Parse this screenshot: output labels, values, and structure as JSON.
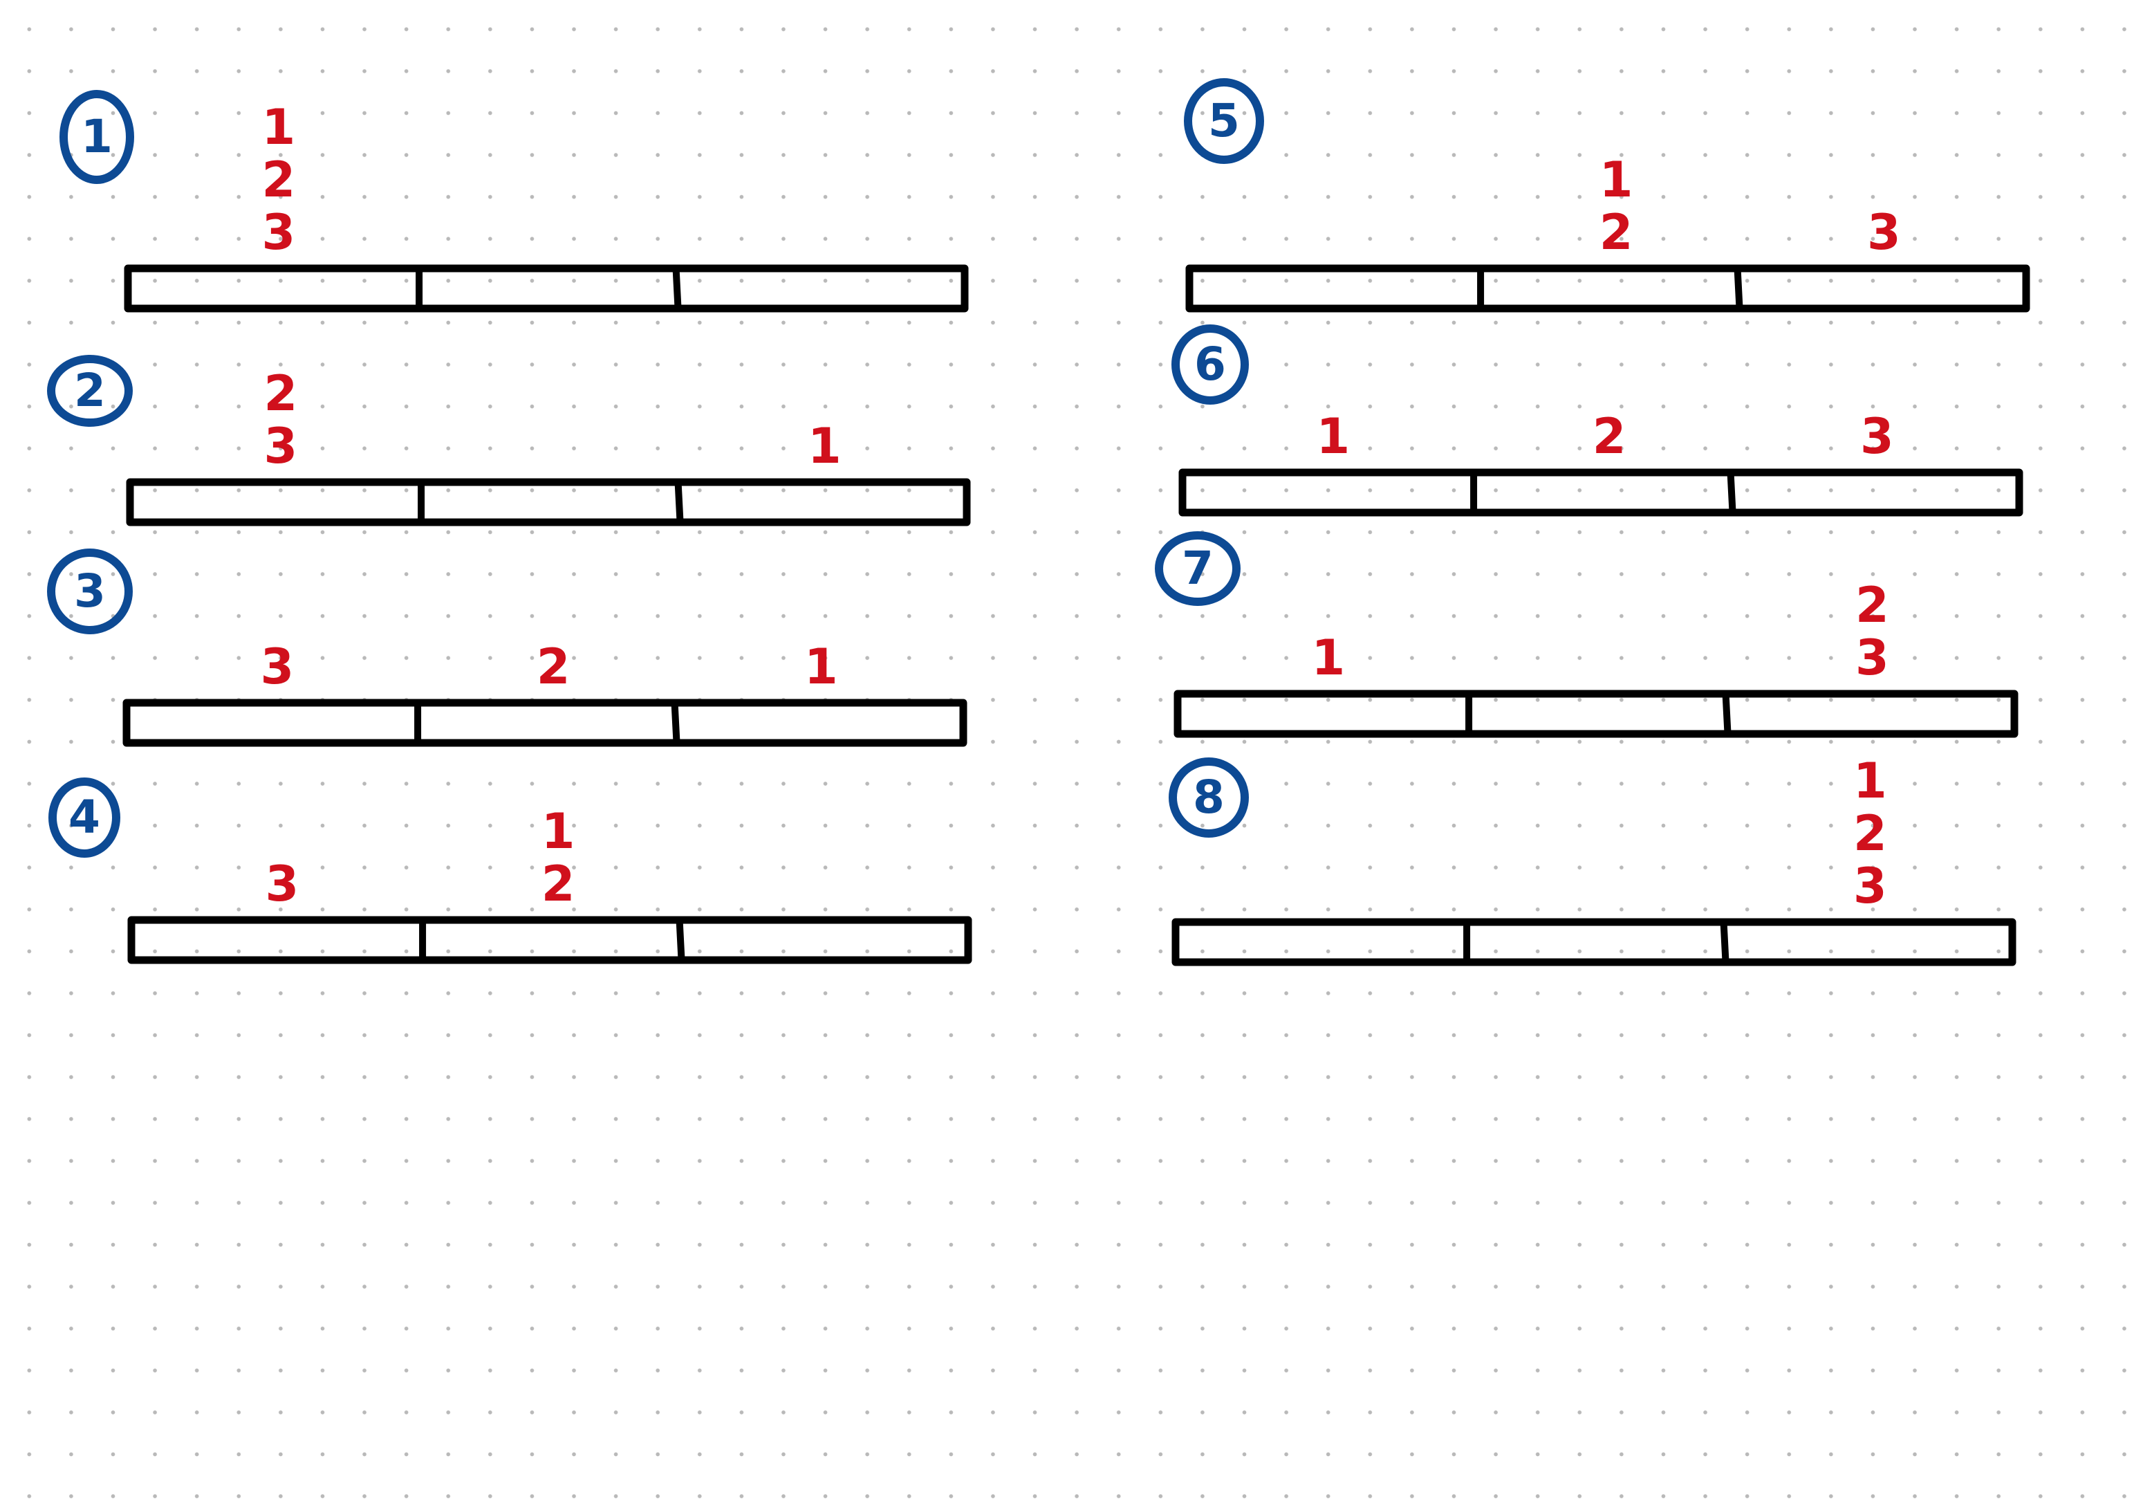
{
  "colors": {
    "ink": "#000000",
    "label_blue": "#0d4a94",
    "mark_red": "#d0101c",
    "paper": "#ffffff",
    "grid_dot": "#b9b9b9"
  },
  "panels": [
    {
      "label": "1",
      "marks": [
        {
          "segment": 1,
          "stack": [
            "1",
            "2",
            "3"
          ]
        }
      ]
    },
    {
      "label": "2",
      "marks": [
        {
          "segment": 1,
          "stack": [
            "2",
            "3"
          ]
        },
        {
          "segment": 3,
          "stack": [
            "1"
          ]
        }
      ]
    },
    {
      "label": "3",
      "marks": [
        {
          "segment": 1,
          "stack": [
            "3"
          ]
        },
        {
          "segment": 2,
          "stack": [
            "2"
          ]
        },
        {
          "segment": 3,
          "stack": [
            "1"
          ]
        }
      ]
    },
    {
      "label": "4",
      "marks": [
        {
          "segment": 1,
          "stack": [
            "3"
          ]
        },
        {
          "segment": 2,
          "stack": [
            "1",
            "2"
          ]
        }
      ]
    },
    {
      "label": "5",
      "marks": [
        {
          "segment": 2,
          "stack": [
            "1",
            "2"
          ]
        },
        {
          "segment": 3,
          "stack": [
            "3"
          ]
        }
      ]
    },
    {
      "label": "6",
      "marks": [
        {
          "segment": 1,
          "stack": [
            "1"
          ]
        },
        {
          "segment": 2,
          "stack": [
            "2"
          ]
        },
        {
          "segment": 3,
          "stack": [
            "3"
          ]
        }
      ]
    },
    {
      "label": "7",
      "marks": [
        {
          "segment": 1,
          "stack": [
            "1"
          ]
        },
        {
          "segment": 3,
          "stack": [
            "2",
            "3"
          ]
        }
      ]
    },
    {
      "label": "8",
      "marks": [
        {
          "segment": 3,
          "stack": [
            "1",
            "2",
            "3"
          ]
        }
      ]
    }
  ]
}
